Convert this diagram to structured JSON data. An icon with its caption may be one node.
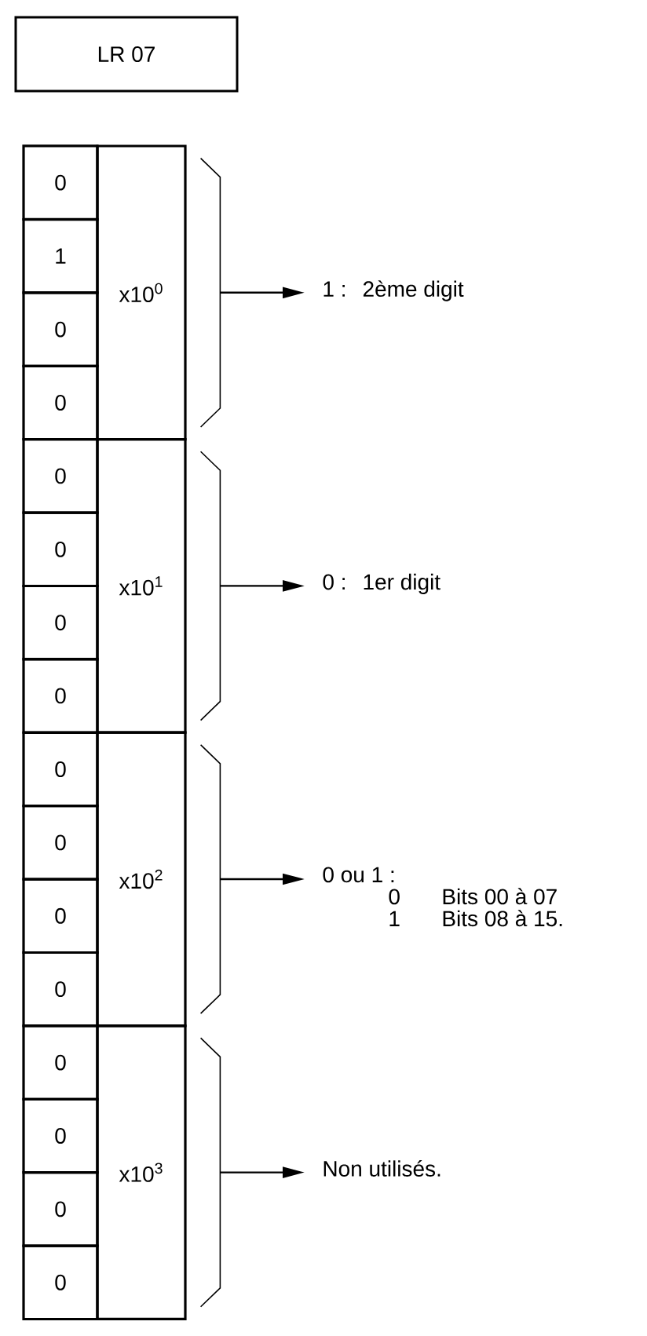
{
  "diagram": {
    "nodes": [
      {
        "text": [
          "LR 07"
        ]
      },
      {
        "text": [
          "0"
        ]
      },
      {
        "text": [
          "1"
        ]
      },
      {
        "text": [
          "0"
        ]
      },
      {
        "text": [
          "0"
        ]
      },
      {
        "text": [
          "x10$^{0}$"
        ]
      },
      {
        "text": [],
        "shape": "bracket"
      },
      {
        "text": [
          "1 :",
          "2ème digit"
        ]
      },
      {
        "text": [
          "0"
        ]
      },
      {
        "text": [
          "0"
        ]
      },
      {
        "text": [
          "0"
        ]
      },
      {
        "text": [
          "0"
        ]
      },
      {
        "text": [
          "x10$^{1}$"
        ]
      },
      {
        "text": [],
        "shape": "bracket"
      },
      {
        "text": [
          "0 :",
          "1er digit"
        ]
      },
      {
        "text": [
          "0"
        ]
      },
      {
        "text": [
          "0"
        ]
      },
      {
        "text": [
          "0"
        ]
      },
      {
        "text": [
          "0"
        ]
      },
      {
        "text": [
          "x10$^{2}$"
        ]
      },
      {
        "text": [],
        "shape": "bracket"
      },
      {
        "text": [
          "0 ou 1 :",
          "0",
          "Bits 00 à 07",
          "1",
          "Bits 08 à 15."
        ]
      },
      {
        "text": [
          "0"
        ]
      },
      {
        "text": [
          "0"
        ]
      },
      {
        "text": [
          "0"
        ]
      },
      {
        "text": [
          "0"
        ]
      },
      {
        "text": [
          "x10$^{3}$"
        ]
      },
      {
        "text": [],
        "shape": "bracket"
      },
      {
        "text": [
          "Non utilisés."
        ]
      }
    ],
    "edges": [
      {
        "from": 6,
        "to": 7,
        "arrow": "to"
      },
      {
        "from": 13,
        "to": 14,
        "arrow": "to"
      },
      {
        "from": 20,
        "to": 21,
        "arrow": "to"
      },
      {
        "from": 27,
        "to": 28,
        "arrow": "to"
      }
    ]
  }
}
